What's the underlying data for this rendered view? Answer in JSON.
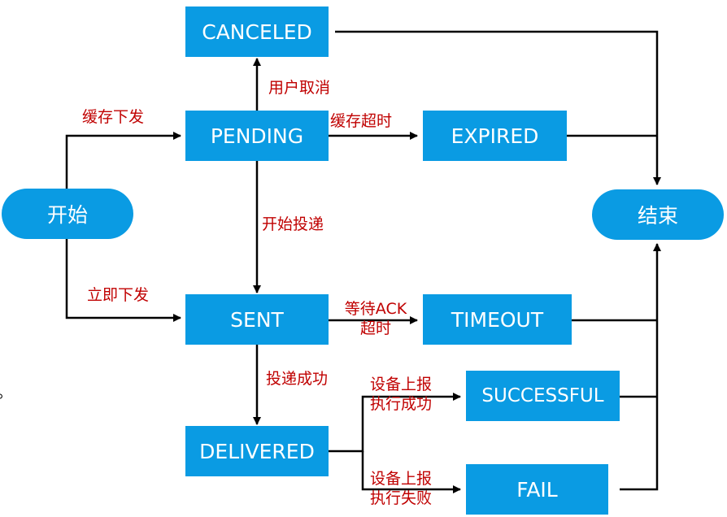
{
  "nodes": {
    "start": "开始",
    "end": "结束",
    "canceled": "CANCELED",
    "pending": "PENDING",
    "expired": "EXPIRED",
    "sent": "SENT",
    "timeout": "TIMEOUT",
    "delivered": "DELIVERED",
    "successful": "SUCCESSFUL",
    "fail": "FAIL"
  },
  "edges": {
    "cache_send": "缓存下发",
    "user_cancel": "用户取消",
    "cache_timeout": "缓存超时",
    "start_deliver": "开始投递",
    "send_now": "立即下发",
    "ack_timeout_1": "等待ACK",
    "ack_timeout_2": "超时",
    "deliver_success": "投递成功",
    "report_1": "设备上报",
    "exec_success": "执行成功",
    "report_2": "设备上报",
    "exec_fail": "执行失败"
  },
  "stray_mark": "。",
  "colors": {
    "node_fill": "#0a9be3",
    "node_text": "#ffffff",
    "edge_label": "#c00000",
    "edge_line": "#000000"
  }
}
